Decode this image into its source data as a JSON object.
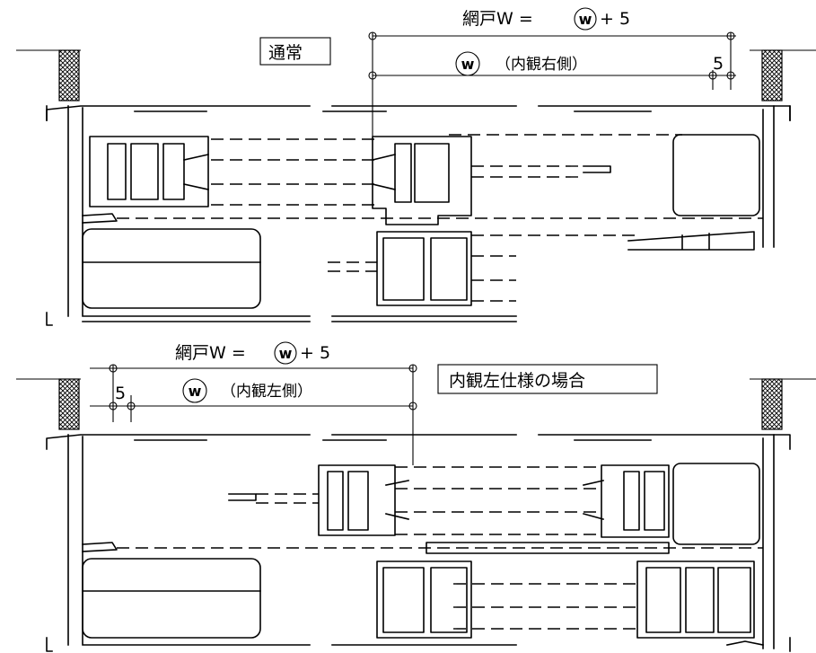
{
  "top": {
    "formula_prefix": "網戸W =",
    "formula_suffix": "+ 5",
    "w_symbol": "w",
    "label_box": "通常",
    "inner_label": "（内観右側）",
    "offset": "5"
  },
  "bottom": {
    "formula_prefix": "網戸W =",
    "formula_suffix": "+ 5",
    "w_symbol": "w",
    "label_box": "内観左仕様の場合",
    "inner_label": "（内観左側）",
    "offset": "5"
  },
  "colors": {
    "line": "#000000",
    "hatch": "#000000",
    "background": "#ffffff"
  }
}
